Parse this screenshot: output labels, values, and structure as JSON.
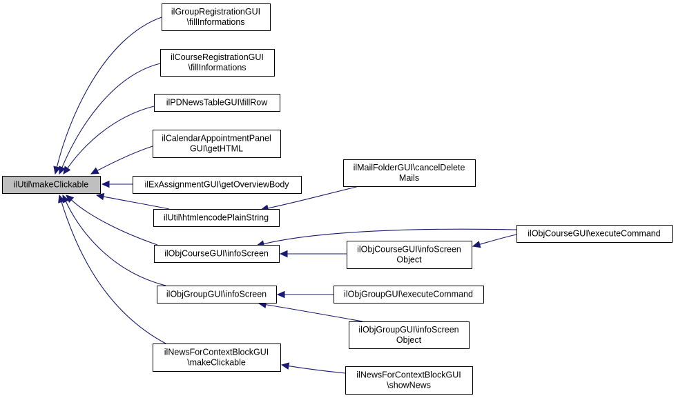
{
  "diagram": {
    "type": "caller-graph",
    "colors": {
      "edge": "#191970",
      "root_fill": "#bfbfbf",
      "node_fill": "#ffffff",
      "border": "#000000"
    },
    "nodes": [
      {
        "id": "root",
        "lines": [
          "ilUtil\\makeClickable"
        ],
        "highlighted": true
      },
      {
        "id": "grpReg",
        "lines": [
          "ilGroupRegistrationGUI",
          "\\fillInformations"
        ]
      },
      {
        "id": "crsReg",
        "lines": [
          "ilCourseRegistrationGUI",
          "\\fillInformations"
        ]
      },
      {
        "id": "pdNews",
        "lines": [
          "ilPDNewsTableGUI\\fillRow"
        ]
      },
      {
        "id": "calApp",
        "lines": [
          "ilCalendarAppointmentPanel",
          "GUI\\getHTML"
        ]
      },
      {
        "id": "exAss",
        "lines": [
          "ilExAssignmentGUI\\getOverviewBody"
        ]
      },
      {
        "id": "htmlEnc",
        "lines": [
          "ilUtil\\htmlencodePlainString"
        ]
      },
      {
        "id": "crsInfo",
        "lines": [
          "ilObjCourseGUI\\infoScreen"
        ]
      },
      {
        "id": "grpInfo",
        "lines": [
          "ilObjGroupGUI\\infoScreen"
        ]
      },
      {
        "id": "newsMake",
        "lines": [
          "ilNewsForContextBlockGUI",
          "\\makeClickable"
        ]
      },
      {
        "id": "mailCancel",
        "lines": [
          "ilMailFolderGUI\\cancelDelete",
          "Mails"
        ]
      },
      {
        "id": "crsInfoObj",
        "lines": [
          "ilObjCourseGUI\\infoScreen",
          "Object"
        ]
      },
      {
        "id": "crsExec",
        "lines": [
          "ilObjCourseGUI\\executeCommand"
        ]
      },
      {
        "id": "grpExec",
        "lines": [
          "ilObjGroupGUI\\executeCommand"
        ]
      },
      {
        "id": "grpInfoObj",
        "lines": [
          "ilObjGroupGUI\\infoScreen",
          "Object"
        ]
      },
      {
        "id": "newsShow",
        "lines": [
          "ilNewsForContextBlockGUI",
          "\\showNews"
        ]
      }
    ],
    "edges": [
      {
        "from": "grpReg",
        "to": "root"
      },
      {
        "from": "crsReg",
        "to": "root"
      },
      {
        "from": "pdNews",
        "to": "root"
      },
      {
        "from": "calApp",
        "to": "root"
      },
      {
        "from": "exAss",
        "to": "root"
      },
      {
        "from": "htmlEnc",
        "to": "root"
      },
      {
        "from": "crsInfo",
        "to": "root"
      },
      {
        "from": "grpInfo",
        "to": "root"
      },
      {
        "from": "newsMake",
        "to": "root"
      },
      {
        "from": "mailCancel",
        "to": "htmlEnc"
      },
      {
        "from": "crsExec",
        "to": "crsInfo"
      },
      {
        "from": "crsInfoObj",
        "to": "crsInfo"
      },
      {
        "from": "crsExec",
        "to": "crsInfoObj"
      },
      {
        "from": "grpExec",
        "to": "grpInfo"
      },
      {
        "from": "grpInfoObj",
        "to": "grpInfo"
      },
      {
        "from": "newsShow",
        "to": "newsMake"
      }
    ]
  }
}
